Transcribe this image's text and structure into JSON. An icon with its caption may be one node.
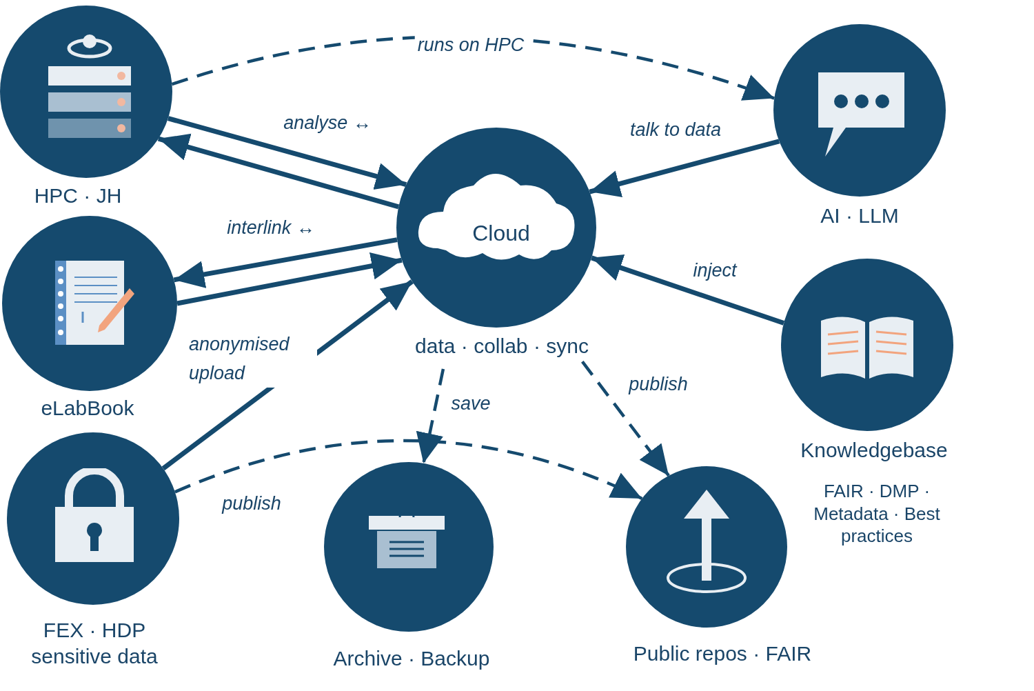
{
  "diagram": {
    "nodes": [
      {
        "text": [
          "HPC · JH"
        ]
      },
      {
        "text": [
          "AI · LLM"
        ]
      },
      {
        "text": [
          "Cloud",
          "data · collab · sync"
        ]
      },
      {
        "text": [
          "eLabBook"
        ]
      },
      {
        "text": [
          "Knowledgebase",
          "FAIR · DMP · Metadata · Best practices"
        ]
      },
      {
        "text": [
          "FEX · HDP sensitive data"
        ]
      },
      {
        "text": [
          "Archive · Backup"
        ]
      },
      {
        "text": [
          "Public repos · FAIR"
        ]
      }
    ],
    "edges": [
      {
        "from": 0,
        "to": 1,
        "arrow": "to",
        "label": "runs on HPC",
        "style": "dashed"
      },
      {
        "from": 0,
        "to": 2,
        "arrow": "to",
        "label": "analyse ↔"
      },
      {
        "from": 2,
        "to": 0,
        "arrow": "to"
      },
      {
        "from": 1,
        "to": 2,
        "arrow": "to",
        "label": "talk to data"
      },
      {
        "from": 2,
        "to": 3,
        "arrow": "to",
        "label": "interlink ↔"
      },
      {
        "from": 3,
        "to": 2,
        "arrow": "to"
      },
      {
        "from": 4,
        "to": 2,
        "arrow": "to",
        "label": "inject"
      },
      {
        "from": 5,
        "to": 2,
        "arrow": "to",
        "label": "anonymised upload"
      },
      {
        "from": 5,
        "to": 7,
        "arrow": "to",
        "label": "publish",
        "style": "dashed"
      },
      {
        "from": 2,
        "to": 6,
        "arrow": "to",
        "label": "save",
        "style": "dashed"
      },
      {
        "from": 2,
        "to": 7,
        "arrow": "to",
        "label": "publish",
        "style": "dashed"
      }
    ]
  }
}
